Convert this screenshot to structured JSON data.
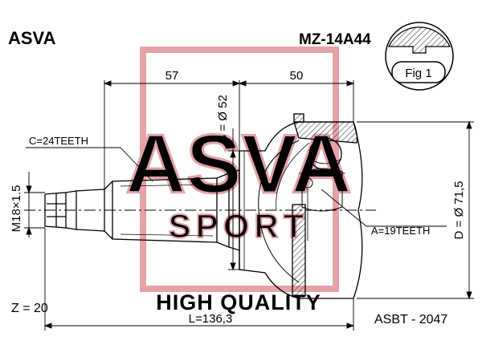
{
  "brand": "ASVA",
  "part_number": "MZ-14A44",
  "fig_label": "Fig 1",
  "watermark": {
    "logo_text": "ASVA",
    "logo_subtext": "SPORT",
    "tagline": "HIGH QUALITY",
    "color": "#e3a3a8"
  },
  "dimensions": {
    "shaft_length": "57",
    "housing_length": "50",
    "diameter_b": "B = Ø 52",
    "diameter_d": "D = Ø 71,5",
    "thread": "M18×1.5",
    "total_length": "L=136,3"
  },
  "labels": {
    "outer_teeth": "C=24TEETH",
    "inner_teeth": "A=19TEETH",
    "abs_teeth": "Z = 20",
    "catalog_code": "ASBT - 2047"
  }
}
